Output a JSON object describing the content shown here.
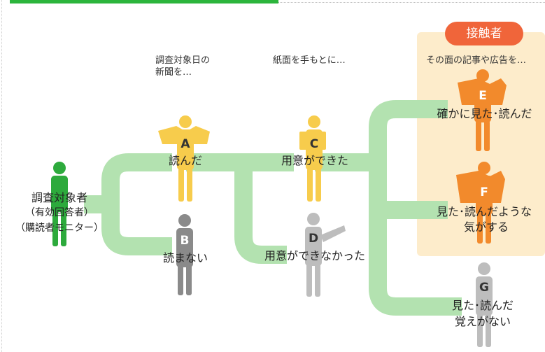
{
  "headings": {
    "survey_day": "調査対象日の\n新聞を…",
    "paper_at_hand": "紙面を手もとに…",
    "article_ad": "その面の記事や広告を…"
  },
  "badge": "接触者",
  "colors": {
    "path": "#b3e2b0",
    "respondent": "#2daa3c",
    "read": "#f7cc4c",
    "not_read": "#8a8a8a",
    "contact": "#f28a2c",
    "not_seen": "#bdbdbd",
    "panel": "#fdeccb",
    "badge": "#f0653a",
    "topbar": "#2cb53c"
  },
  "root": {
    "line1": "調査対象者",
    "line2": "（有効回答者）",
    "line3": "（購読者モニター）"
  },
  "nodes": {
    "A": {
      "letter": "A",
      "label": "読んだ"
    },
    "B": {
      "letter": "B",
      "label": "読まない"
    },
    "C": {
      "letter": "C",
      "label": "用意ができた"
    },
    "D": {
      "letter": "D",
      "label": "用意ができなかった"
    },
    "E": {
      "letter": "E",
      "label": "確かに見た･読んだ"
    },
    "F": {
      "letter": "F",
      "line1": "見た･読んだような",
      "line2": "気がする"
    },
    "G": {
      "letter": "G",
      "line1": "見た･読んだ",
      "line2": "覚えがない"
    }
  }
}
